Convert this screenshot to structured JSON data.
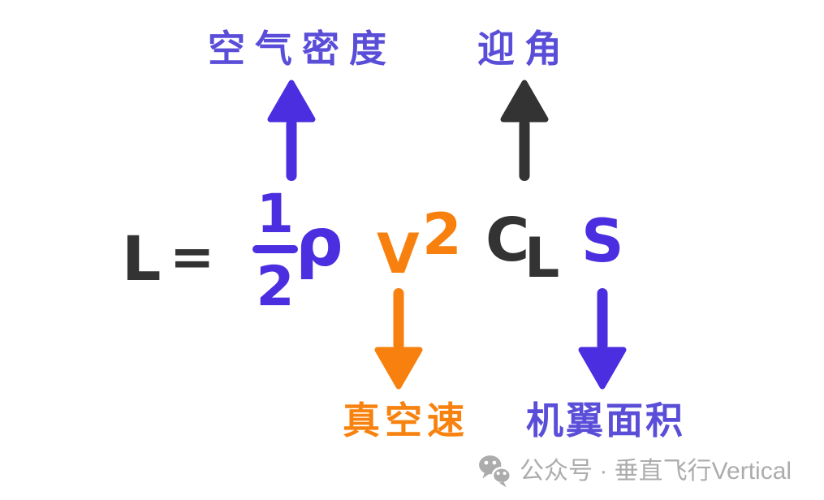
{
  "colors": {
    "indigo": "#4B2EE0",
    "label_indigo": "#5A4ED9",
    "orange": "#F8800E",
    "dark": "#333333",
    "watermark_gray": "#ACACAC",
    "background": "#FFFFFF"
  },
  "annotations": {
    "air_density": {
      "label": "空气密度",
      "arrow_direction": "up",
      "arrow_color": "#4B2EE0"
    },
    "angle_of_attack": {
      "label": "迎角",
      "arrow_direction": "up",
      "arrow_color": "#333333"
    },
    "true_airspeed": {
      "label": "真空速",
      "arrow_direction": "down",
      "arrow_color": "#F8800E"
    },
    "wing_area": {
      "label": "机翼面积",
      "arrow_direction": "down",
      "arrow_color": "#4B2EE0"
    }
  },
  "formula": {
    "lift": "L",
    "equals": "=",
    "fraction_numerator": "1",
    "fraction_denominator": "2",
    "air_density_symbol": "ρ",
    "velocity_symbol": "V",
    "velocity_exponent": "2",
    "lift_coefficient_symbol": "C",
    "lift_coefficient_subscript": "L",
    "wing_area_symbol": "S"
  },
  "watermark": {
    "icon": "wechat-icon",
    "text": "公众号 · 垂直飞行Vertical"
  }
}
